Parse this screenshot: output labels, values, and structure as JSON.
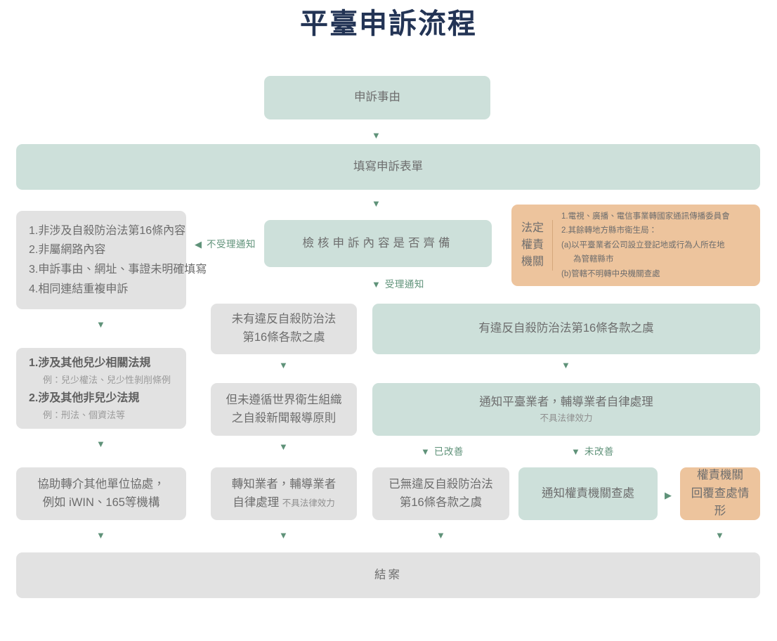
{
  "page": {
    "title": "平臺申訴流程",
    "colors": {
      "title": "#233455",
      "green_fill": "#cde0da",
      "gray_fill": "#e2e2e2",
      "orange_fill": "#edc49d",
      "arrow_green": "#5f9279",
      "body_text": "#6d6d6d",
      "sub_text": "#8f8f8f"
    }
  },
  "nodes": {
    "reason": {
      "label": "申訴事由"
    },
    "form": {
      "label": "填寫申訴表單"
    },
    "review": {
      "label": "檢核申訴內容是否齊備"
    },
    "reject_list": {
      "items": [
        "1.非涉及自殺防治法第16條內容",
        "2.非屬網路內容",
        "3.申訴事由、網址、事證未明確填寫",
        "4.相同連結重複申訴"
      ]
    },
    "other_laws": {
      "item1": "1.涉及其他兒少相關法規",
      "item1_example": "例：兒少權法、兒少性剝削條例",
      "item2": "2.涉及其他非兒少法規",
      "item2_example": "例：刑法、個資法等"
    },
    "refer": {
      "line1": "協助轉介其他單位協處，",
      "line2": "例如 iWIN、165等機構"
    },
    "authority": {
      "label_line1": "法定",
      "label_line2": "權責",
      "label_line3": "機關",
      "items": [
        "1.電視、廣播、電信事業轉國家通訊傳播委員會",
        "2.其餘轉地方縣市衛生局：",
        "(a)以平臺業者公司設立登記地或行為人所在地",
        "為管轄縣市",
        "(b)管轄不明轉中央機關查處"
      ]
    },
    "no_violation": {
      "line1": "未有違反自殺防治法",
      "line2": "第16條各款之虞"
    },
    "who_principle": {
      "line1": "但未遵循世界衛生組織",
      "line2": "之自殺新聞報導原則"
    },
    "notify_operator_gray": {
      "line1": "轉知業者，輔導業者",
      "line2": "自律處理",
      "note": "不具法律效力"
    },
    "violation": {
      "label": "有違反自殺防治法第16條各款之虞"
    },
    "notify_platform": {
      "label": "通知平臺業者，輔導業者自律處理",
      "note": "不具法律效力"
    },
    "improved": {
      "line1": "已無違反自殺防治法",
      "line2": "第16條各款之虞"
    },
    "notify_authority": {
      "label": "通知權責機關查處"
    },
    "authority_reply": {
      "line1": "權責機關",
      "line2": "回覆查處情形"
    },
    "close": {
      "label": "結案"
    }
  },
  "arrows": {
    "down_glyph": "▼",
    "left_glyph": "◀",
    "right_glyph": "▶",
    "labels": {
      "not_accepted": "不受理通知",
      "accepted": "受理通知",
      "improved": "已改善",
      "not_improved": "未改善"
    }
  }
}
